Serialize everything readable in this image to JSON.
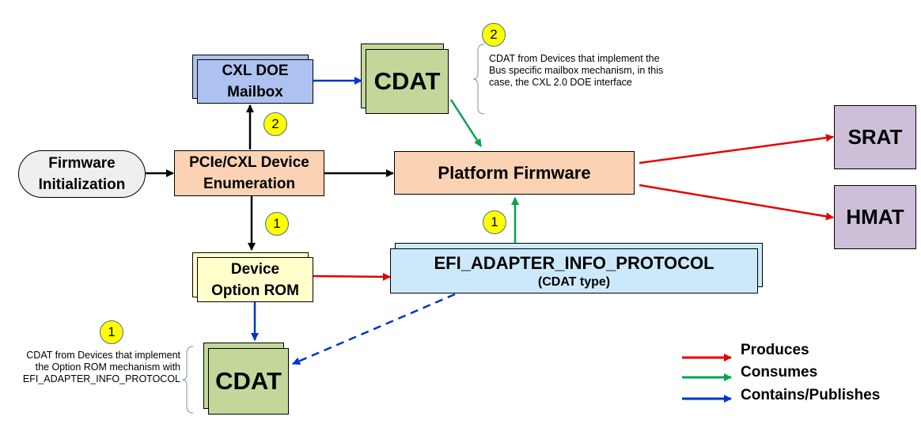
{
  "nodes": {
    "firmware_init": {
      "line1": "Firmware",
      "line2": "Initialization"
    },
    "enumeration": {
      "line1": "PCIe/CXL Device",
      "line2": "Enumeration"
    },
    "doe_mailbox": {
      "line1": "CXL DOE",
      "line2": "Mailbox"
    },
    "cdat_top": {
      "label": "CDAT"
    },
    "platform_firmware": {
      "label": "Platform Firmware"
    },
    "srat": {
      "label": "SRAT"
    },
    "hmat": {
      "label": "HMAT"
    },
    "option_rom": {
      "line1": "Device",
      "line2": "Option ROM"
    },
    "efi_protocol": {
      "line1": "EFI_ADAPTER_INFO_PROTOCOL",
      "line2": "(CDAT type)"
    },
    "cdat_bottom": {
      "label": "CDAT"
    }
  },
  "badges": {
    "top_right": "2",
    "enum_up": "2",
    "enum_down": "1",
    "efi_up": "1",
    "bottom_left": "1"
  },
  "notes": {
    "top": [
      "CDAT from Devices that implement the",
      "Bus specific mailbox mechanism, in this",
      "case, the CXL 2.0 DOE interface"
    ],
    "bottom": [
      "CDAT from Devices that implement",
      "the Option ROM mechanism with",
      "EFI_ADAPTER_INFO_PROTOCOL"
    ]
  },
  "legend": {
    "produces": "Produces",
    "consumes": "Consumes",
    "contains": "Contains/Publishes"
  },
  "colors": {
    "produces": "#e60000",
    "consumes": "#00a550",
    "contains": "#0033cc",
    "black": "#000000",
    "cdat_fill": "#c4d79b",
    "blue_fill": "#adc2f0",
    "orange_fill": "#fbd3b4",
    "purple_fill": "#cdbfd8",
    "yellow_fill": "#ffffcc",
    "lightblue_fill": "#cce9fb",
    "gray_fill": "#efefef"
  }
}
